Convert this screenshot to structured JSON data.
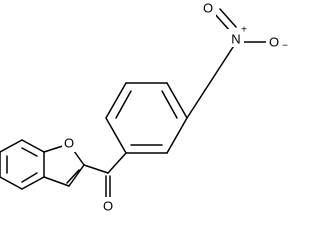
{
  "molecule": {
    "atoms": {
      "ring_oxygen": "O",
      "carbonyl_oxygen": "O",
      "nitro_nitrogen": "N",
      "nitro_nitrogen_charge": "+",
      "nitro_oxygen_top": "O",
      "nitro_oxygen_right": "O",
      "nitro_oxygen_right_charge": "−"
    }
  }
}
